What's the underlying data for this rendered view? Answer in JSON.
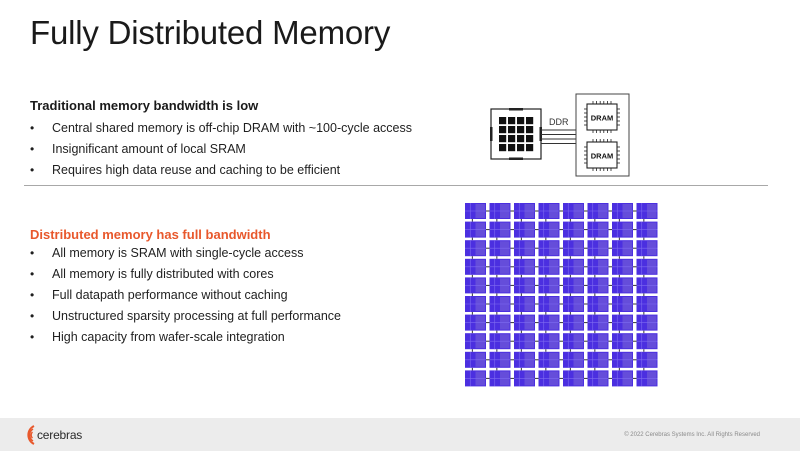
{
  "slide": {
    "title": "Fully Distributed Memory",
    "section_traditional": {
      "heading": "Traditional memory bandwidth is low",
      "bullets": [
        "Central shared memory is off-chip DRAM with ~100-cycle access",
        "Insignificant amount of local SRAM",
        "Requires high data reuse and caching to be efficient"
      ]
    },
    "section_distributed": {
      "heading": "Distributed memory has full bandwidth",
      "bullets": [
        "All memory is SRAM with single-cycle access",
        "All memory is fully distributed with cores",
        "Full datapath performance without caching",
        "Unstructured sparsity processing at full performance",
        "High capacity from wafer-scale integration"
      ]
    },
    "bullet_glyph": "•",
    "diagram_traditional": {
      "bus_label": "DDR",
      "memory_chip_labels": [
        "DRAM",
        "DRAM"
      ],
      "processor_core_grid": {
        "rows": 4,
        "cols": 4
      }
    },
    "diagram_distributed": {
      "tile_grid": {
        "rows": 10,
        "cols": 8
      },
      "tile_color": "#4b2fe0"
    },
    "colors": {
      "accent": "#e8582c",
      "text": "#1a1a1a",
      "footer_bg": "#ececec"
    }
  },
  "footer": {
    "logo_text": "cerebras",
    "copyright": "© 2022 Cerebras Systems Inc. All Rights Reserved"
  }
}
